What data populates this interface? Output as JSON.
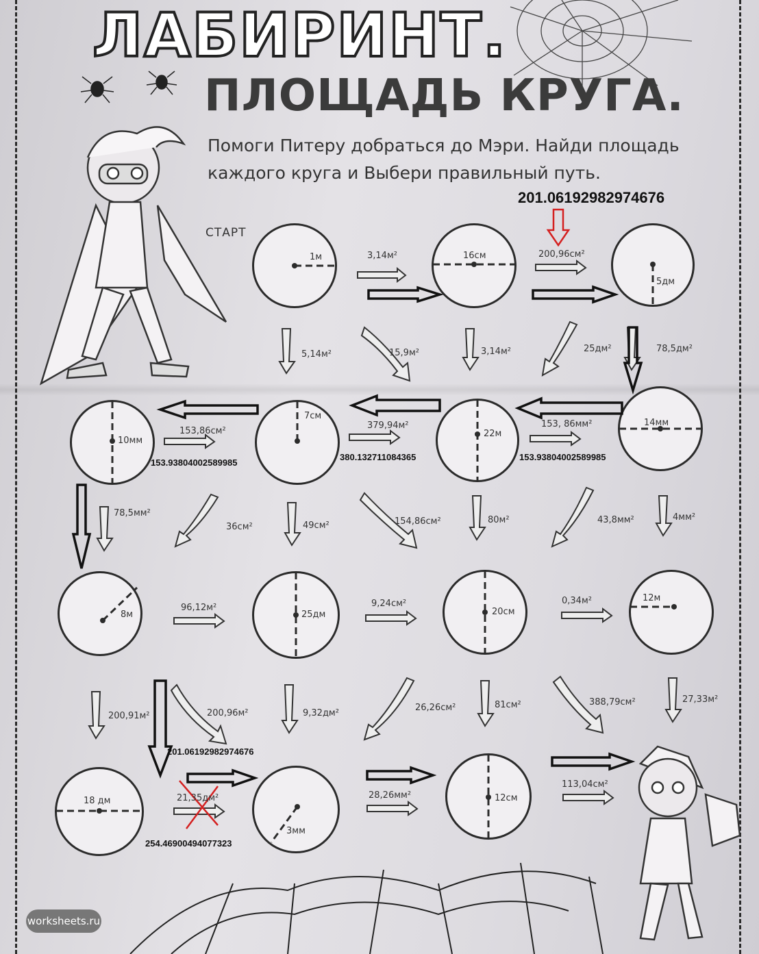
{
  "title_main": "ЛАБИРИНТ.",
  "title_sub": "ПЛОЩАДЬ КРУГА.",
  "instructions": "Помоги Питеру добраться до Мэри. Найди площадь каждого круга и Выбери правильный путь.",
  "start_label": "СТАРТ",
  "footer_logo": "worksheets.ru",
  "circles": [
    {
      "id": "r1c1",
      "label": "1м"
    },
    {
      "id": "r1c2",
      "label": "16см"
    },
    {
      "id": "r1c3",
      "label": "5дм"
    },
    {
      "id": "r2c1",
      "label": "10мм"
    },
    {
      "id": "r2c2",
      "label": "7см"
    },
    {
      "id": "r2c3",
      "label": "22м"
    },
    {
      "id": "r2c4",
      "label": "14мм"
    },
    {
      "id": "r3c1",
      "label": "8м"
    },
    {
      "id": "r3c2",
      "label": "25дм"
    },
    {
      "id": "r3c3",
      "label": "20см"
    },
    {
      "id": "r3c4",
      "label": "12м"
    },
    {
      "id": "r4c1",
      "label": "18 дм"
    },
    {
      "id": "r4c2",
      "label": "3мм"
    },
    {
      "id": "r4c3",
      "label": "12см"
    }
  ],
  "answers": [
    "3,14м²",
    "200,96см²",
    "5,14м²",
    "15,9м²",
    "3,14м²",
    "25дм²",
    "78,5дм²",
    "153,86см²",
    "379,94м²",
    "153, 86мм²",
    "78,5мм²",
    "36см²",
    "49см²",
    "154,86см²",
    "80м²",
    "43,8мм²",
    "4мм²",
    "96,12м²",
    "9,24см²",
    "0,34м²",
    "200,91м²",
    "200,96м²",
    "9,32дм²",
    "26,26см²",
    "81см²",
    "388,79см²",
    "27,33м²",
    "21,35дм²",
    "28,26мм²",
    "113,04см²"
  ],
  "annotations": [
    "201.06192982974676",
    "153.93804002589985",
    "380.132711084365",
    "153.93804002589985",
    "201.06192982974676",
    "254.46900494077323"
  ],
  "colors": {
    "ink": "#2b2b2b",
    "paper": "#e2e0e4",
    "correction": "#d42020"
  }
}
